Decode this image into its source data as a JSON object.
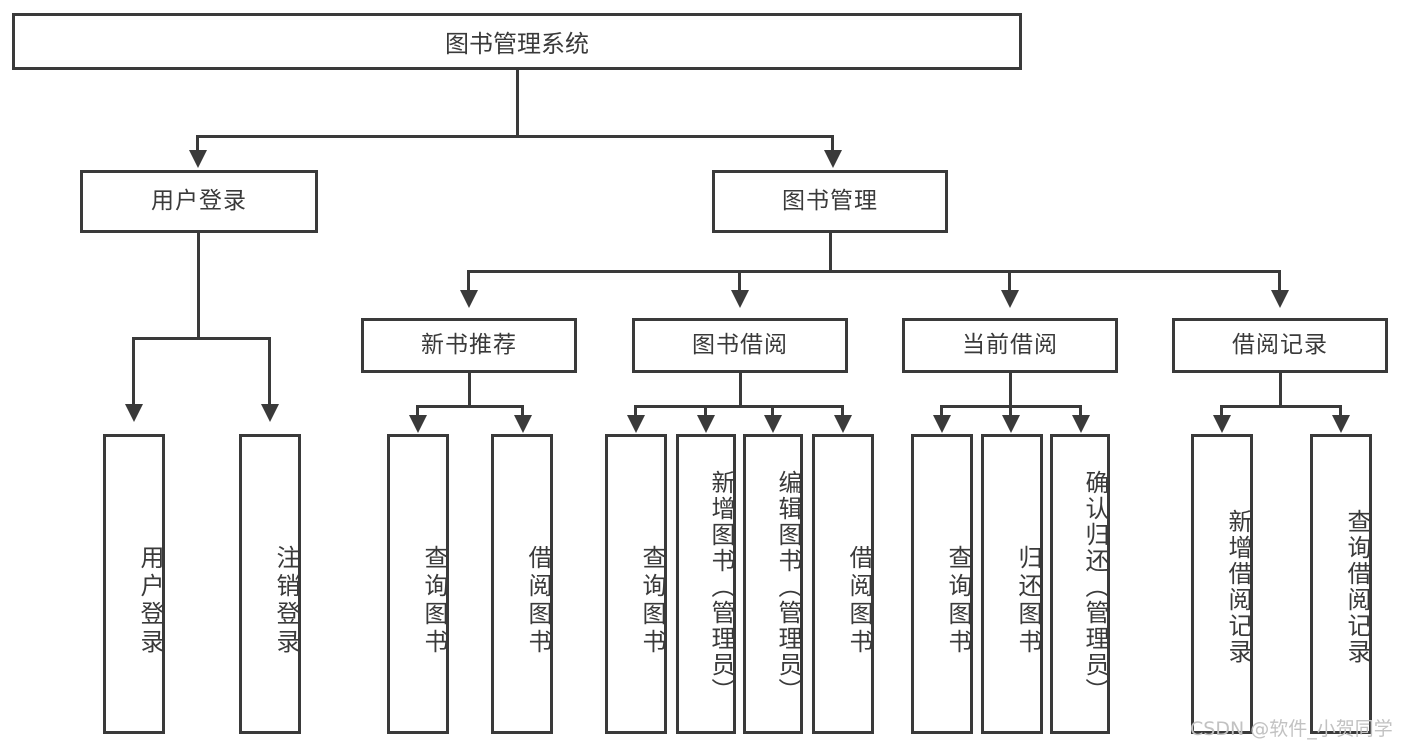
{
  "diagram": {
    "kind": "tree-diagram",
    "title_text": "图书管理系统",
    "colors": {
      "stroke": "#3a3a3a",
      "text": "#3a3a3a",
      "background": "#ffffff",
      "watermark": "#c2c2c2"
    },
    "root": {
      "label": "图书管理系统"
    },
    "level1": [
      {
        "label": "用户登录"
      },
      {
        "label": "图书管理"
      }
    ],
    "level2": [
      {
        "label": "新书推荐"
      },
      {
        "label": "图书借阅"
      },
      {
        "label": "当前借阅"
      },
      {
        "label": "借阅记录"
      }
    ],
    "leaves": {
      "user_login": [
        {
          "label": "用户登录"
        },
        {
          "label": "注销登录"
        }
      ],
      "new_book_recommend": [
        {
          "label": "查询图书"
        },
        {
          "label": "借阅图书"
        }
      ],
      "book_borrow": [
        {
          "label": "查询图书"
        },
        {
          "label": "新增图书（管理员）"
        },
        {
          "label": "编辑图书（管理员）"
        },
        {
          "label": "借阅图书"
        }
      ],
      "current_borrow": [
        {
          "label": "查询图书"
        },
        {
          "label": "归还图书"
        },
        {
          "label": "确认归还（管理员）"
        }
      ],
      "borrow_record": [
        {
          "label": "新增借阅记录"
        },
        {
          "label": "查询借阅记录"
        }
      ]
    }
  },
  "watermark": {
    "text": "CSDN @软件_小贺同学"
  }
}
